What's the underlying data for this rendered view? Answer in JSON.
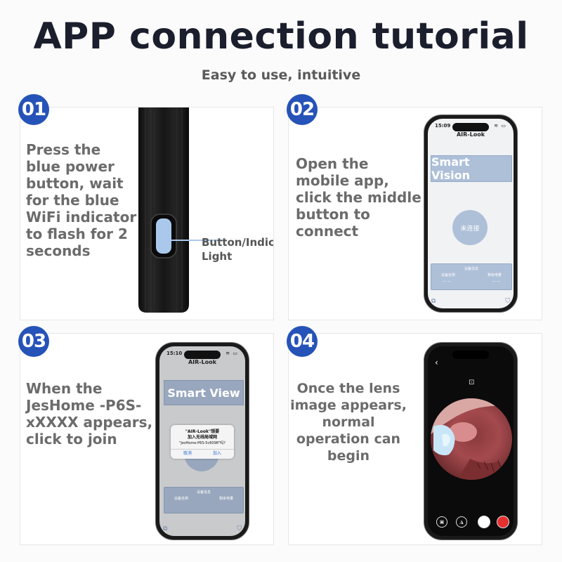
{
  "header": {
    "title": "APP connection tutorial",
    "subtitle": "Easy to use, intuitive"
  },
  "colors": {
    "badge": "#2553b8",
    "panel_text": "#6b6b6b",
    "title": "#1b1e2c",
    "app_blue": "#aebfd8",
    "indicator": "#a9c8ec",
    "record": "#e63030"
  },
  "steps": [
    {
      "number": "01",
      "text": "Press the blue power button, wait for the blue WiFi indicator to flash for 2 seconds",
      "callout": "Button/Indicator Light"
    },
    {
      "number": "02",
      "text": "Open the mobile app, click the middle button to connect",
      "phone": {
        "time": "15:09",
        "app_title": "AIR-Look",
        "banner": "Smart Vision",
        "connect_button": "未连接",
        "info_header": "设备信息",
        "info_left": "设备名称",
        "info_right": "剩余电量",
        "info_left_value": "— —",
        "info_right_value": "— —"
      }
    },
    {
      "number": "03",
      "text": "When the JesHome -P6S-xXXXX appears, click to join",
      "phone": {
        "time": "15:10",
        "app_title": "AIR-Look",
        "banner": "Smart View",
        "dialog_line1": "\"AIR-Look\"想要",
        "dialog_line2": "加入无线局域网",
        "dialog_line3": "\"JesHome-P6S-5c6098\"吗?",
        "cancel": "取消",
        "join": "加入",
        "info_header": "设备信息",
        "info_left": "设备名称",
        "info_right": "剩余电量"
      }
    },
    {
      "number": "04",
      "text": "Once the lens image appears, normal operation can begin"
    }
  ],
  "icons": [
    "back-chevron-icon",
    "lock-icon",
    "photo-icon",
    "mirror-icon",
    "shutter-icon",
    "record-icon",
    "wifi-icon",
    "battery-icon",
    "shield-icon"
  ]
}
